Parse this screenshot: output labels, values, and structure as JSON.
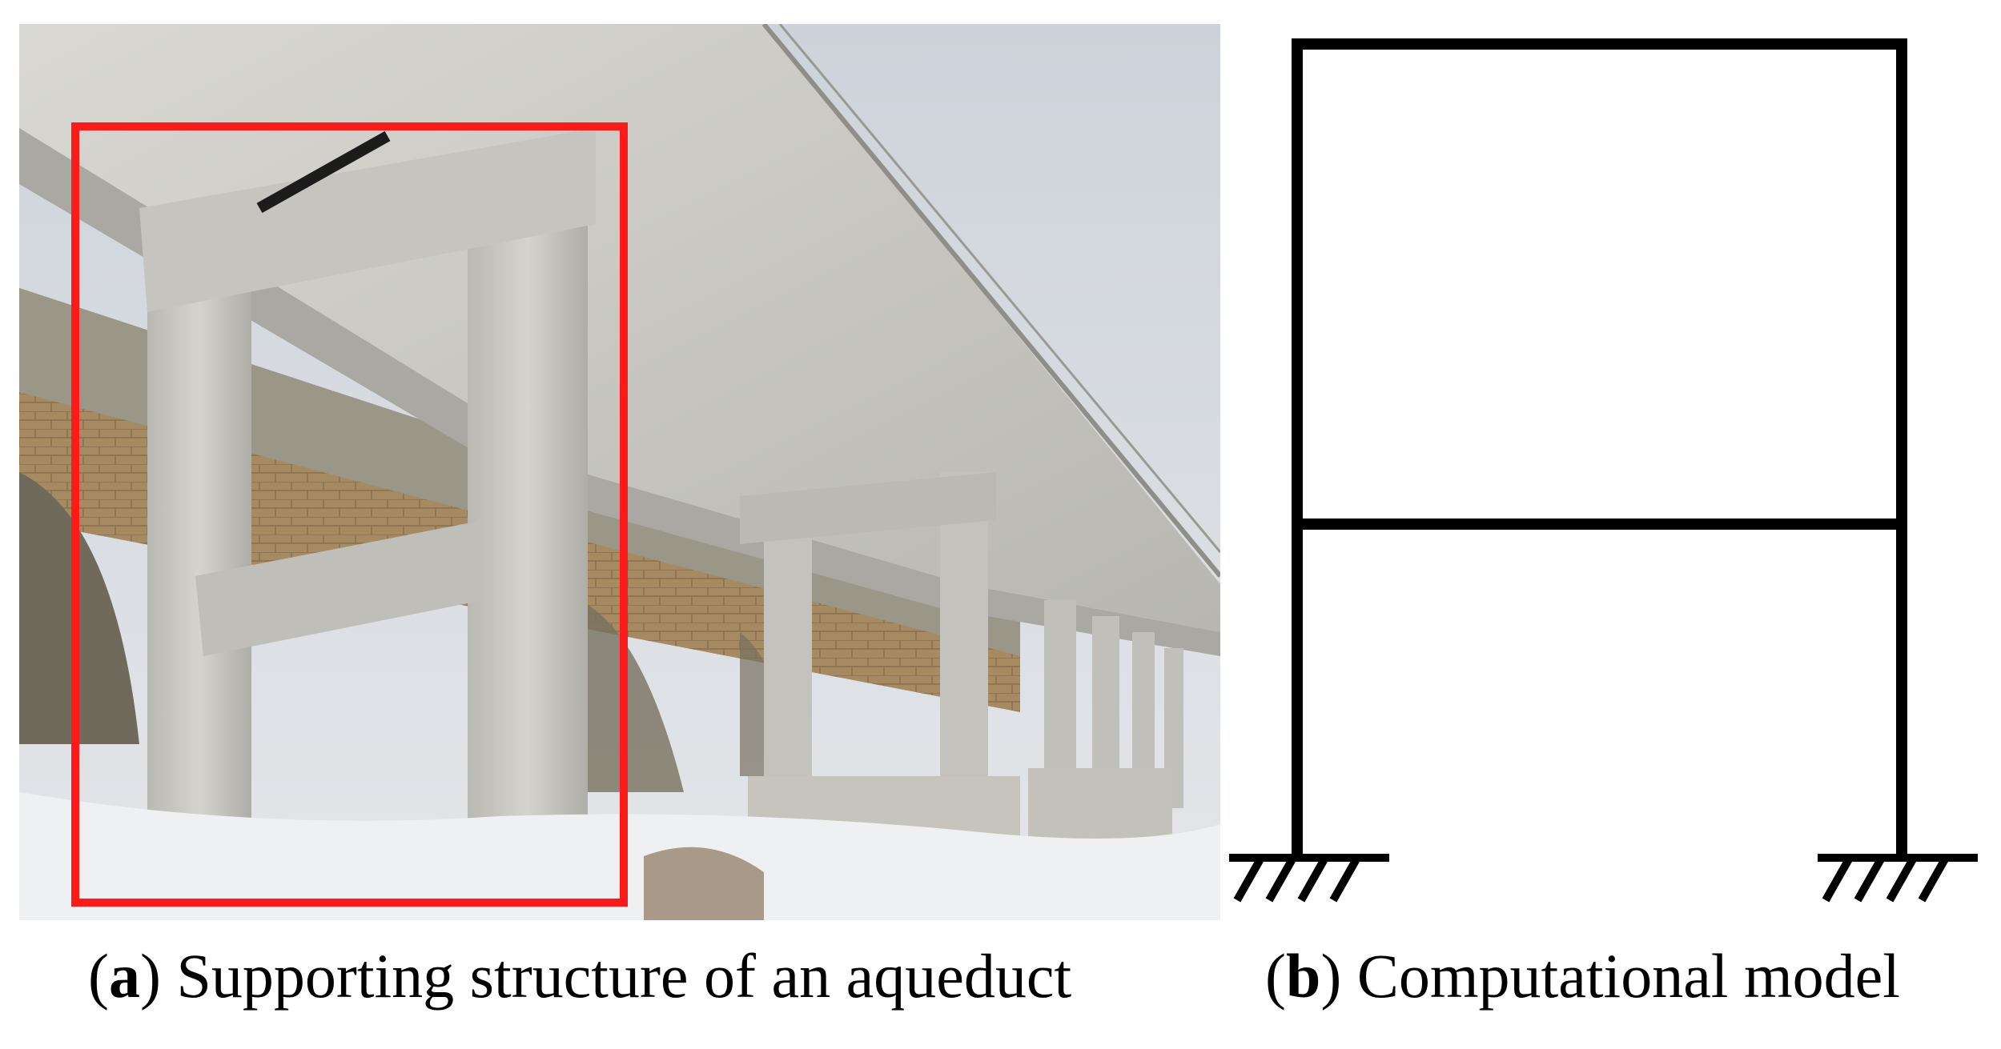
{
  "captions": {
    "a": {
      "letter": "a",
      "text": "Supporting structure of an aqueduct"
    },
    "b": {
      "letter": "b",
      "text": "Computational model"
    }
  },
  "colors": {
    "highlight_box": "#ff1a1a",
    "frame_line": "#000000",
    "concrete": "#c9c8c3",
    "sky": "#d7dce2",
    "snow": "#f3f4f5",
    "hazard_yellow": "#f2d400"
  },
  "figure": {
    "photo_description_label": "aqueduct-photo",
    "model_label": "portal-frame-model"
  }
}
